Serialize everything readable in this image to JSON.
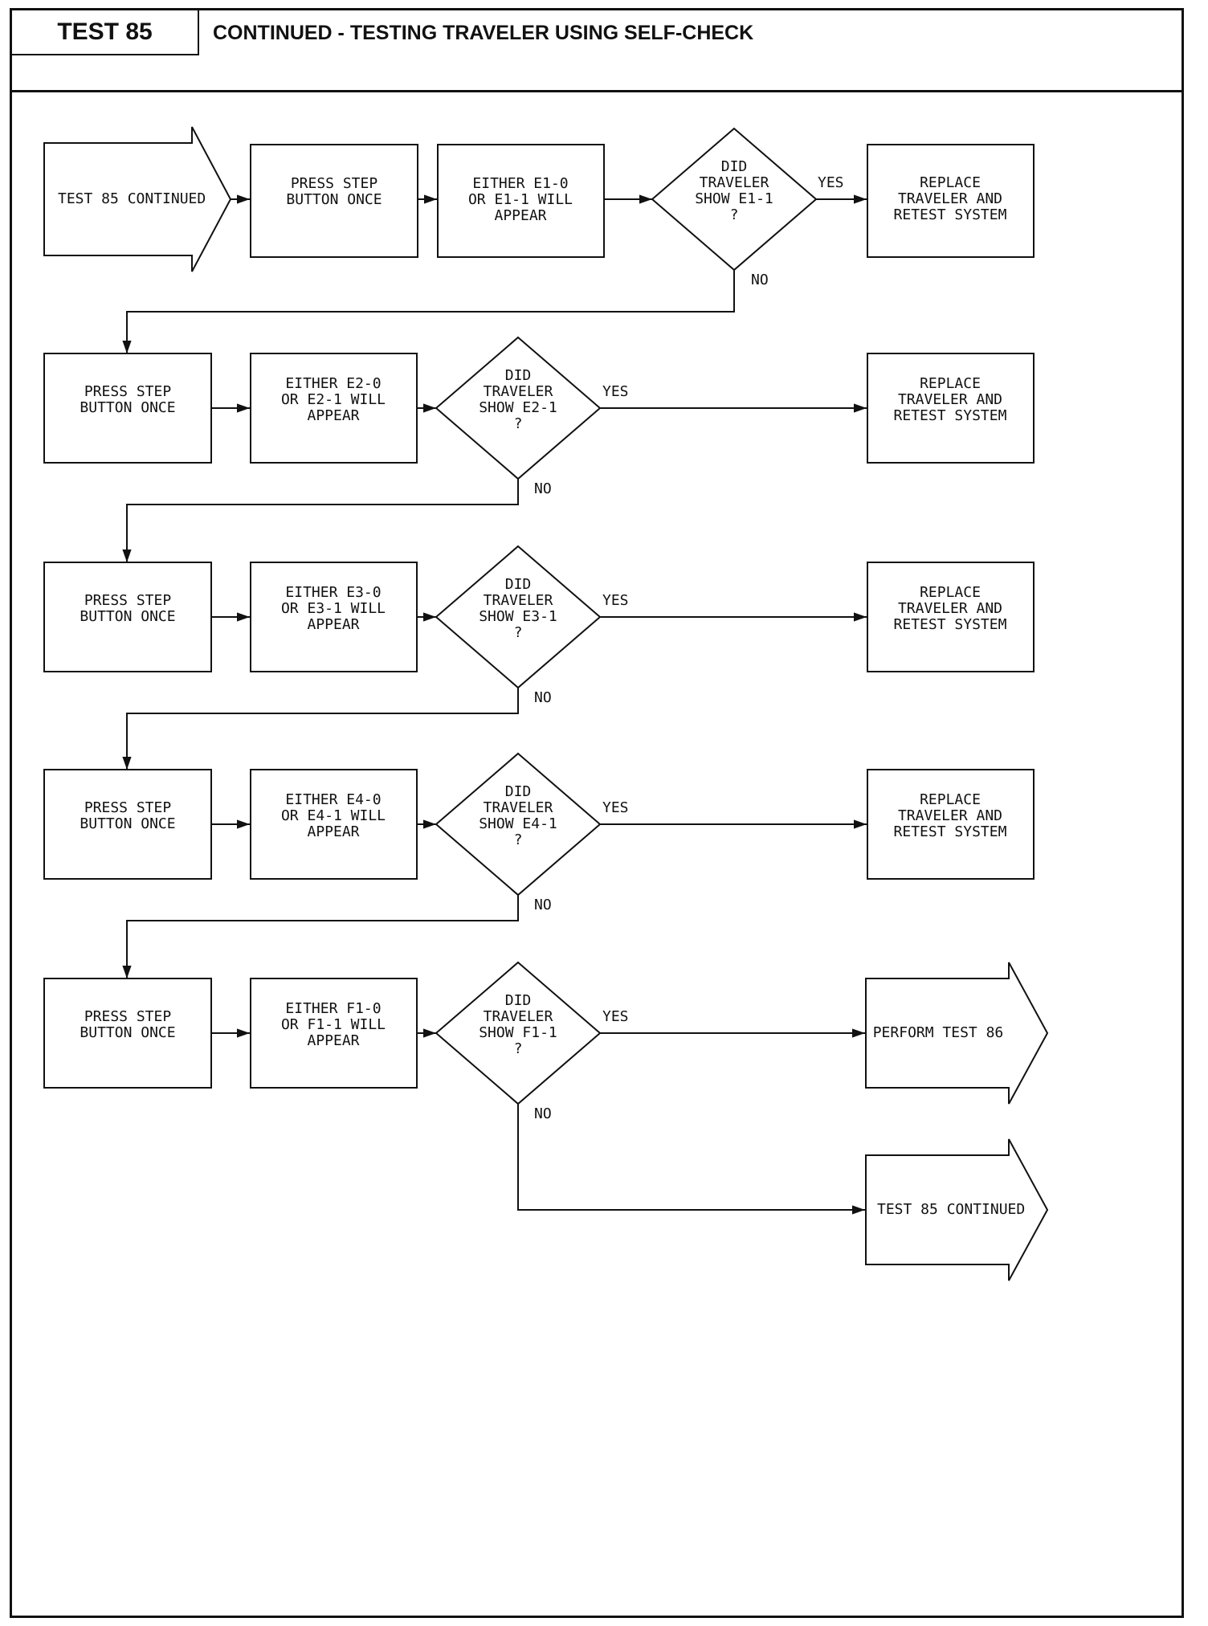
{
  "header": {
    "test_label": "TEST 85",
    "title": "CONTINUED - TESTING TRAVELER USING SELF-CHECK"
  },
  "flow": {
    "yes_label": "YES",
    "no_label": "NO",
    "start": "TEST 85 CONTINUED",
    "rows": [
      {
        "press": [
          "PRESS STEP",
          "BUTTON ONCE"
        ],
        "either": [
          "EITHER E1-0",
          "OR E1-1 WILL",
          "APPEAR"
        ],
        "decision": [
          "DID",
          "TRAVELER",
          "SHOW E1-1",
          "?"
        ],
        "result": [
          "REPLACE",
          "TRAVELER AND",
          "RETEST SYSTEM"
        ]
      },
      {
        "press": [
          "PRESS STEP",
          "BUTTON ONCE"
        ],
        "either": [
          "EITHER E2-0",
          "OR E2-1 WILL",
          "APPEAR"
        ],
        "decision": [
          "DID",
          "TRAVELER",
          "SHOW E2-1",
          "?"
        ],
        "result": [
          "REPLACE",
          "TRAVELER AND",
          "RETEST SYSTEM"
        ]
      },
      {
        "press": [
          "PRESS STEP",
          "BUTTON ONCE"
        ],
        "either": [
          "EITHER E3-0",
          "OR E3-1 WILL",
          "APPEAR"
        ],
        "decision": [
          "DID",
          "TRAVELER",
          "SHOW E3-1",
          "?"
        ],
        "result": [
          "REPLACE",
          "TRAVELER AND",
          "RETEST SYSTEM"
        ]
      },
      {
        "press": [
          "PRESS STEP",
          "BUTTON ONCE"
        ],
        "either": [
          "EITHER E4-0",
          "OR E4-1 WILL",
          "APPEAR"
        ],
        "decision": [
          "DID",
          "TRAVELER",
          "SHOW E4-1",
          "?"
        ],
        "result": [
          "REPLACE",
          "TRAVELER AND",
          "RETEST SYSTEM"
        ]
      },
      {
        "press": [
          "PRESS STEP",
          "BUTTON ONCE"
        ],
        "either": [
          "EITHER F1-0",
          "OR F1-1 WILL",
          "APPEAR"
        ],
        "decision": [
          "DID",
          "TRAVELER",
          "SHOW F1-1",
          "?"
        ],
        "result": [
          "PERFORM TEST 86"
        ]
      }
    ],
    "end": "TEST 85 CONTINUED"
  }
}
